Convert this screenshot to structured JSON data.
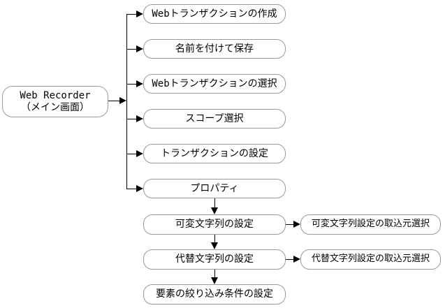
{
  "diagram": {
    "root": {
      "line1": "Web Recorder",
      "line2": "（メイン画面）"
    },
    "main_flow": [
      "Webトランザクションの作成",
      "名前を付けて保存",
      "Webトランザクションの選択",
      "スコープ選択",
      "トランザクションの設定",
      "プロパティ"
    ],
    "sub_flow": [
      "可変文字列の設定",
      "代替文字列の設定",
      "要素の絞り込み条件の設定"
    ],
    "side_flow": [
      "可変文字列設定の取込元選択",
      "代替文字列設定の取込元選択"
    ],
    "connections": [
      {
        "from": "Web Recorder（メイン画面）",
        "to": "Webトランザクションの作成"
      },
      {
        "from": "Web Recorder（メイン画面）",
        "to": "名前を付けて保存"
      },
      {
        "from": "Web Recorder（メイン画面）",
        "to": "Webトランザクションの選択"
      },
      {
        "from": "Web Recorder（メイン画面）",
        "to": "スコープ選択"
      },
      {
        "from": "Web Recorder（メイン画面）",
        "to": "トランザクションの設定"
      },
      {
        "from": "Web Recorder（メイン画面）",
        "to": "プロパティ"
      },
      {
        "from": "プロパティ",
        "to": "可変文字列の設定"
      },
      {
        "from": "可変文字列の設定",
        "to": "可変文字列設定の取込元選択"
      },
      {
        "from": "可変文字列の設定",
        "to": "代替文字列の設定"
      },
      {
        "from": "代替文字列の設定",
        "to": "代替文字列設定の取込元選択"
      },
      {
        "from": "代替文字列の設定",
        "to": "要素の絞り込み条件の設定"
      }
    ],
    "colors": {
      "box_border": "#9a9a9a",
      "line": "#000000",
      "text": "#000000",
      "background": "#ffffff"
    }
  }
}
